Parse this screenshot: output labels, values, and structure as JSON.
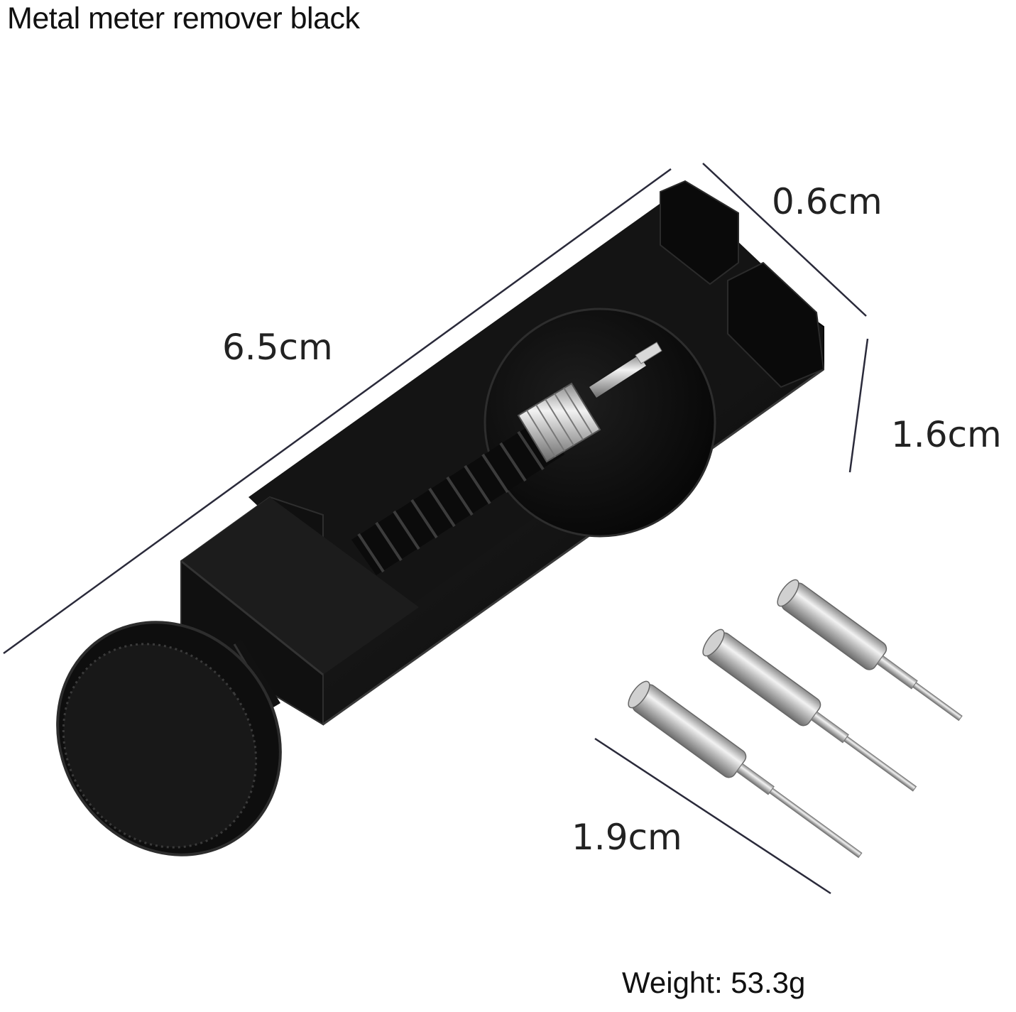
{
  "title": "Metal meter remover black",
  "dimensions": {
    "length": "6.5cm",
    "depth": "0.6cm",
    "height": "1.6cm",
    "pin_length": "1.9cm"
  },
  "weight": "Weight: 53.3g",
  "colors": {
    "tool_body": "#0d0d0d",
    "pin_metal": "#c9c9c9",
    "dimension_line": "#2a2a3a"
  },
  "icons": {
    "tool": "watch-band-link-remover-icon",
    "pins": "replacement-pin-icon"
  },
  "pin_count": 3
}
